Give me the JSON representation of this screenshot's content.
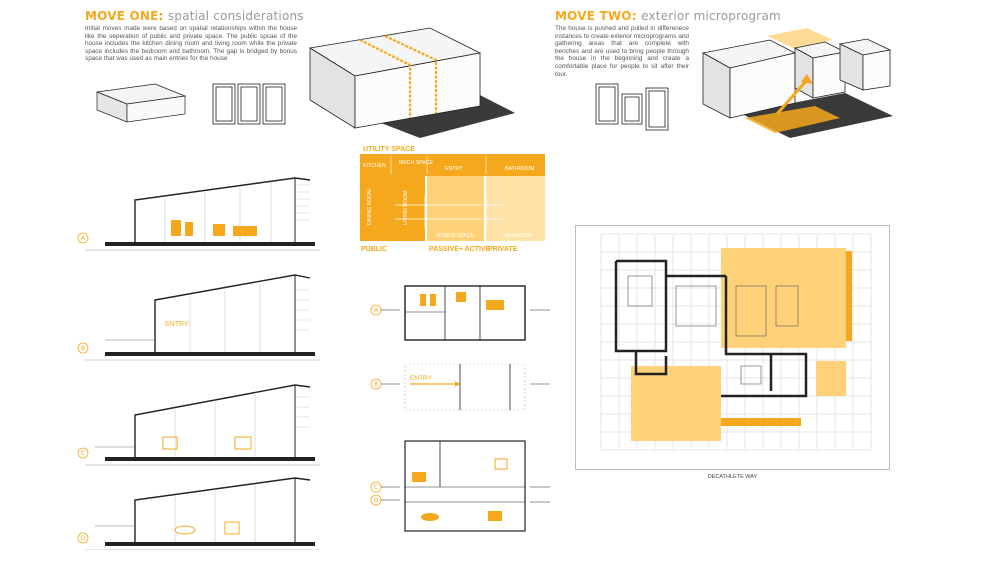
{
  "move_one": {
    "accent": "MOVE ONE:",
    "rest": "spatial considerations",
    "body": "Initial moves made were based on spatial relationships within the house like the seperation of public and private space. The public spcae of the house includes the kitchen dining room and living room while the private space includes the bedroom and bathroom. The gap is bridged by bonus space that was used as main entries for the house"
  },
  "move_two": {
    "accent": "MOVE TWO:",
    "rest": "exterior microprogram",
    "body": "The house is pushed and pulled in differenece instances to create exterior microprograms and gathering areas that are complete with benches and are used to bring people through the house in the beginning and create a comfortable place for people to sit after their tour."
  },
  "program_diagram": {
    "title": "UTILITY SPACE",
    "cells": [
      "KITCHEN",
      "MECH SPACE",
      "ENTRY",
      "BATHROOM",
      "DINING ROOM",
      "LIVING ROOM",
      "BONUS SPACE",
      "BEDROOM"
    ],
    "bottom_labels": [
      "PUBLIC",
      "PASSIVE+ ACTIVE",
      "PRIVATE"
    ]
  },
  "section_markers": [
    "A",
    "B",
    "C",
    "D"
  ],
  "entry_label": "ENTRY",
  "site_plan": {
    "street_label": "DECATHLETE WAY"
  },
  "colors": {
    "accent": "#F5A81C",
    "accent_light": "#FFD27A",
    "accent_pale": "#FFE3A6",
    "heading_gray": "#9a9a9a",
    "shadow": "#3a3a3a"
  }
}
